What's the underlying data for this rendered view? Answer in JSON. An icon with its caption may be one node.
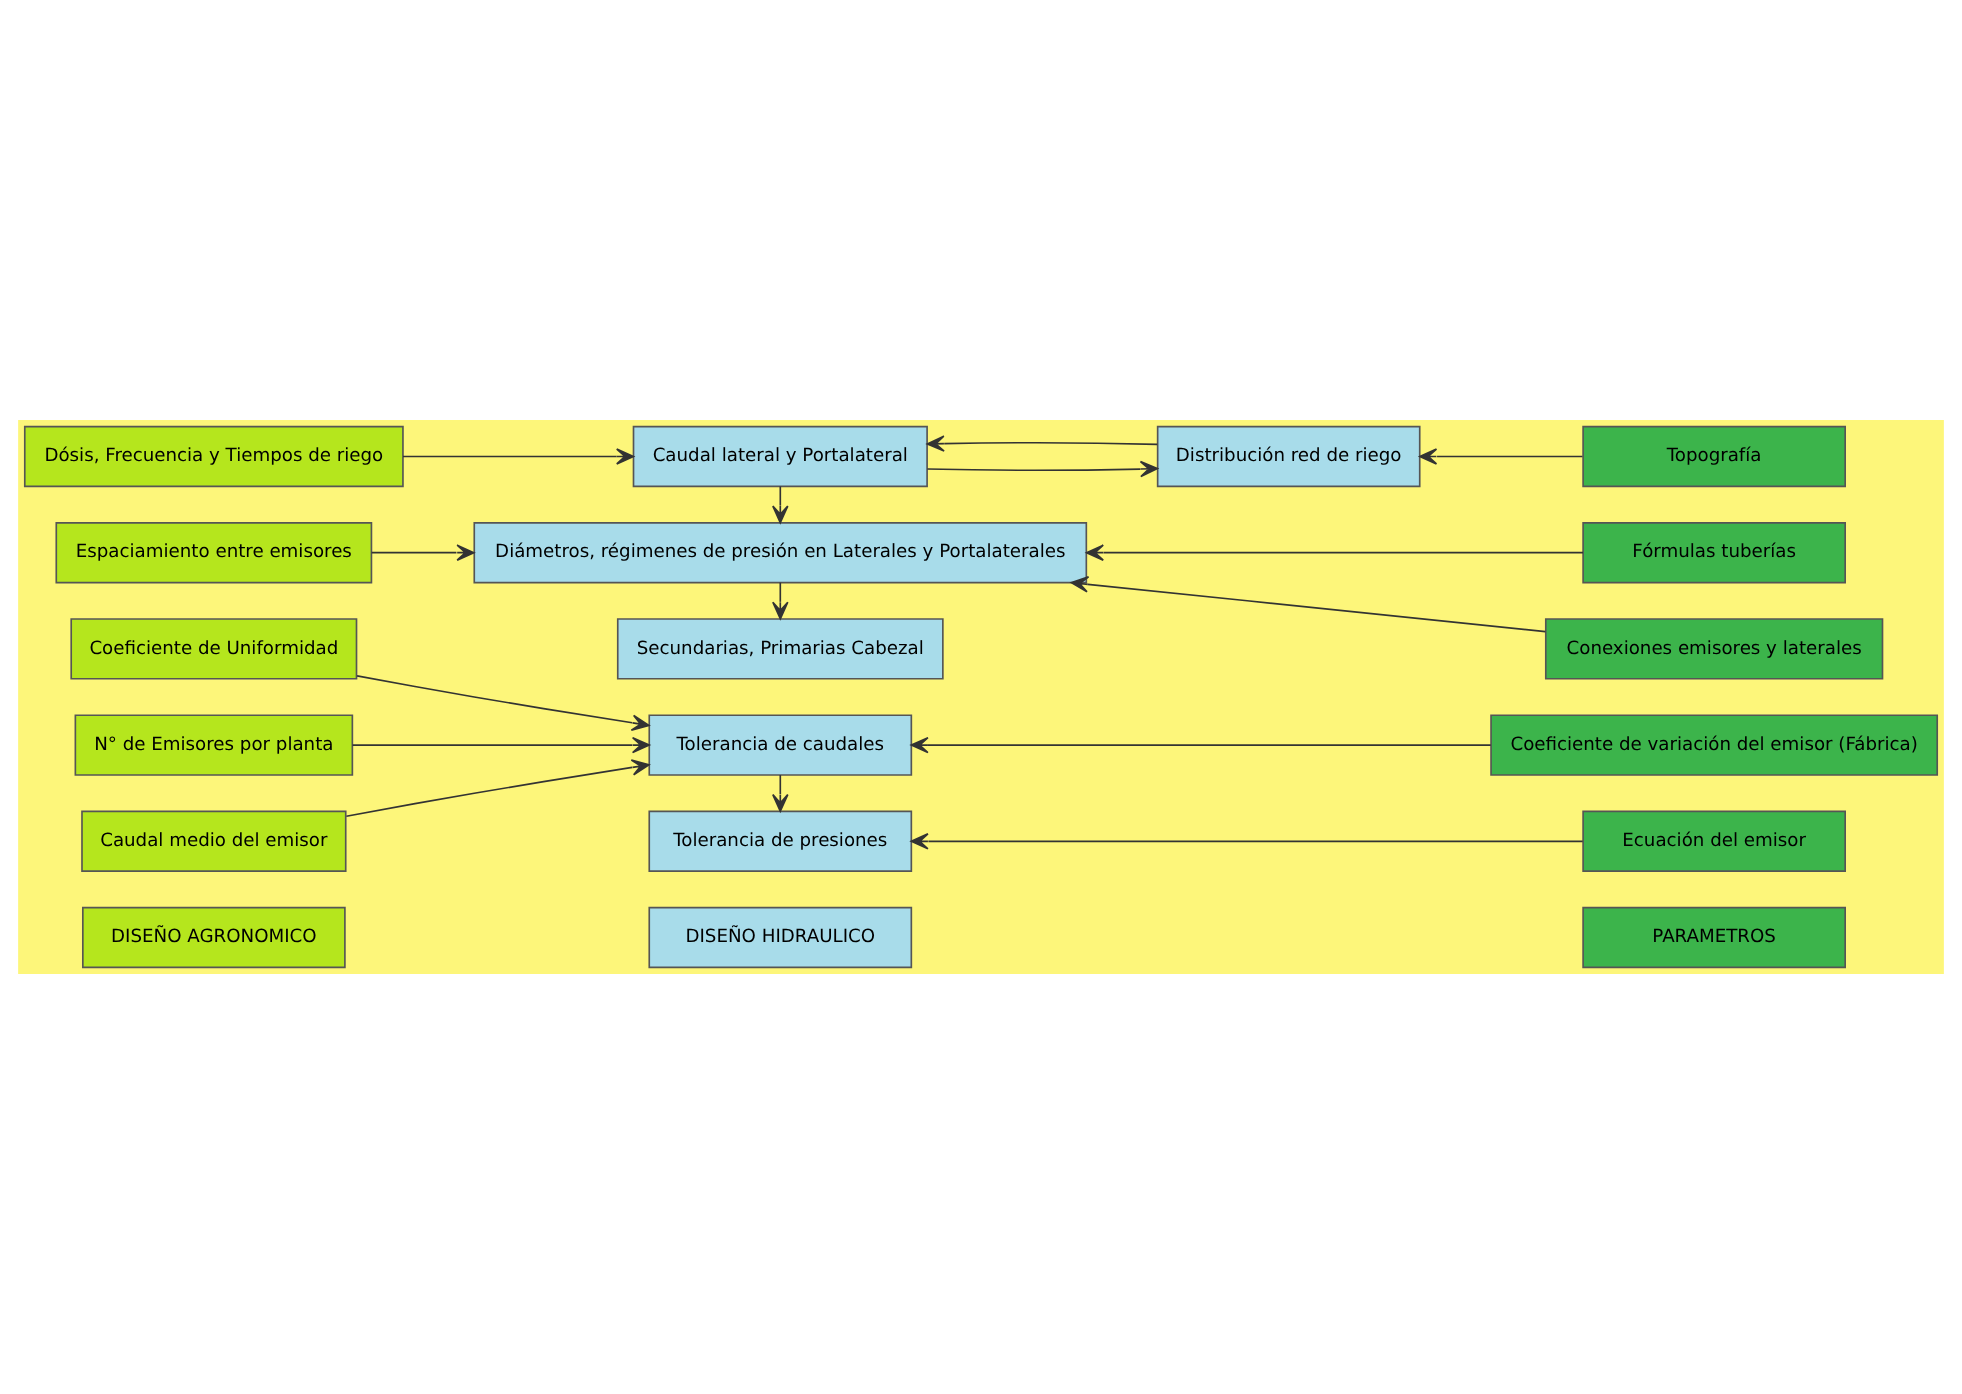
{
  "diagram": {
    "nodes": [
      {
        "text": [
          "DISEÑO AGRONOMICO"
        ]
      },
      {
        "text": [
          "DISEÑO HIDRAULICO"
        ]
      },
      {
        "text": [
          "PARAMETROS"
        ]
      },
      {
        "text": [
          "Coeficiente de Uniformidad"
        ]
      },
      {
        "text": [
          "N° de Emisores por planta"
        ]
      },
      {
        "text": [
          "Caudal medio del emisor"
        ]
      },
      {
        "text": [
          "Tolerancia de caudales"
        ]
      },
      {
        "text": [
          "Coeficiente de variación del emisor (Fábrica)"
        ]
      },
      {
        "text": [
          "Tolerancia de presiones"
        ]
      },
      {
        "text": [
          "Ecuación del emisor"
        ]
      },
      {
        "text": [
          "Dósis, Frecuencia y Tiempos de riego"
        ]
      },
      {
        "text": [
          "Caudal lateral y Portalateral"
        ]
      },
      {
        "text": [
          "Distribución red de riego"
        ]
      },
      {
        "text": [
          "Topografía"
        ]
      },
      {
        "text": [
          "Espaciamiento entre emisores"
        ]
      },
      {
        "text": [
          "Diámetros, régimenes de presión en Laterales y Portalaterales"
        ]
      },
      {
        "text": [
          "Fórmulas tuberías"
        ]
      },
      {
        "text": [
          "Conexiones emisores y laterales"
        ]
      },
      {
        "text": [
          "Secundarias, Primarias Cabezal"
        ]
      }
    ],
    "edges": [
      {
        "from": 3,
        "to": 6,
        "arrow": "to"
      },
      {
        "from": 4,
        "to": 6,
        "arrow": "to"
      },
      {
        "from": 5,
        "to": 6,
        "arrow": "to"
      },
      {
        "from": 7,
        "to": 6,
        "arrow": "to"
      },
      {
        "from": 6,
        "to": 8,
        "arrow": "to"
      },
      {
        "from": 9,
        "to": 8,
        "arrow": "to"
      },
      {
        "from": 10,
        "to": 11,
        "arrow": "to"
      },
      {
        "from": 12,
        "to": 11,
        "arrow": "to"
      },
      {
        "from": 11,
        "to": 12,
        "arrow": "to"
      },
      {
        "from": 13,
        "to": 12,
        "arrow": "to"
      },
      {
        "from": 11,
        "to": 15,
        "arrow": "to"
      },
      {
        "from": 14,
        "to": 15,
        "arrow": "to"
      },
      {
        "from": 16,
        "to": 15,
        "arrow": "to"
      },
      {
        "from": 17,
        "to": 15,
        "arrow": "to"
      },
      {
        "from": 15,
        "to": 18,
        "arrow": "to"
      }
    ]
  }
}
